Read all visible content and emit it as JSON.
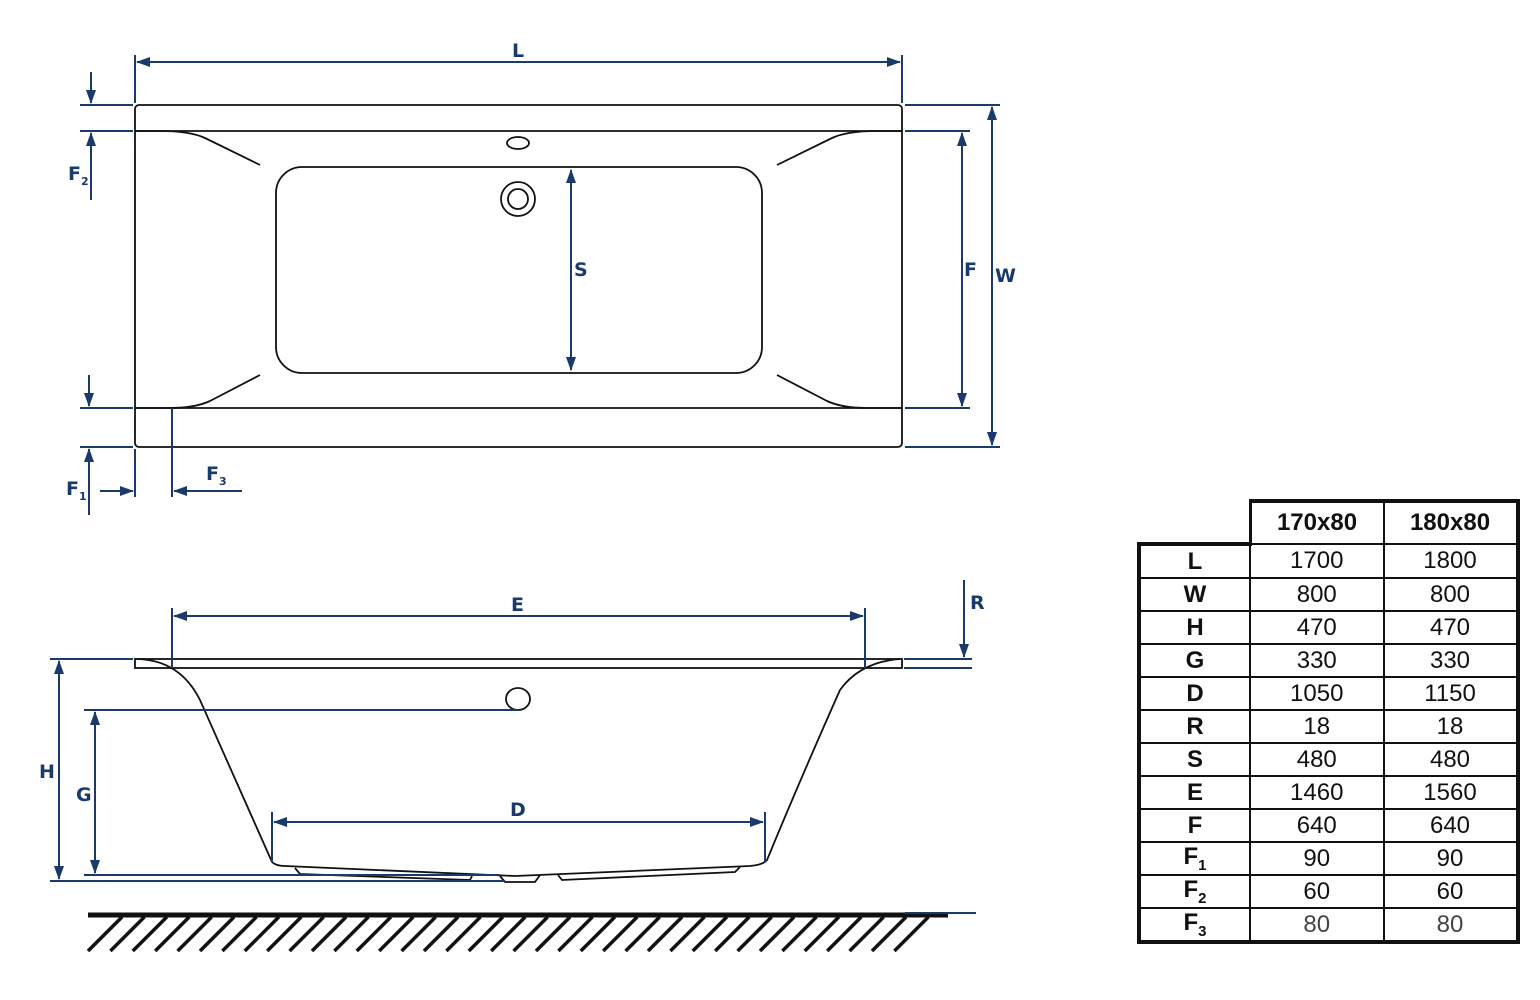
{
  "labels": {
    "L": "L",
    "W": "W",
    "F": "F",
    "S": "S",
    "F1": "F",
    "F1sub": "1",
    "F2": "F",
    "F2sub": "2",
    "F3": "F",
    "F3sub": "3",
    "E": "E",
    "R": "R",
    "H": "H",
    "G": "G",
    "D": "D"
  },
  "colors": {
    "dimension": "#1a3a6b",
    "outline": "#111111"
  },
  "table": {
    "columns": [
      "170x80",
      "180x80"
    ],
    "rows": [
      {
        "key": "L",
        "sub": "",
        "values": [
          "1700",
          "1800"
        ]
      },
      {
        "key": "W",
        "sub": "",
        "values": [
          "800",
          "800"
        ]
      },
      {
        "key": "H",
        "sub": "",
        "values": [
          "470",
          "470"
        ]
      },
      {
        "key": "G",
        "sub": "",
        "values": [
          "330",
          "330"
        ]
      },
      {
        "key": "D",
        "sub": "",
        "values": [
          "1050",
          "1150"
        ]
      },
      {
        "key": "R",
        "sub": "",
        "values": [
          "18",
          "18"
        ]
      },
      {
        "key": "S",
        "sub": "",
        "values": [
          "480",
          "480"
        ]
      },
      {
        "key": "E",
        "sub": "",
        "values": [
          "1460",
          "1560"
        ]
      },
      {
        "key": "F",
        "sub": "",
        "values": [
          "640",
          "640"
        ]
      },
      {
        "key": "F",
        "sub": "1",
        "values": [
          "90",
          "90"
        ]
      },
      {
        "key": "F",
        "sub": "2",
        "values": [
          "60",
          "60"
        ]
      },
      {
        "key": "F",
        "sub": "3",
        "values": [
          "80",
          "80"
        ]
      }
    ]
  }
}
